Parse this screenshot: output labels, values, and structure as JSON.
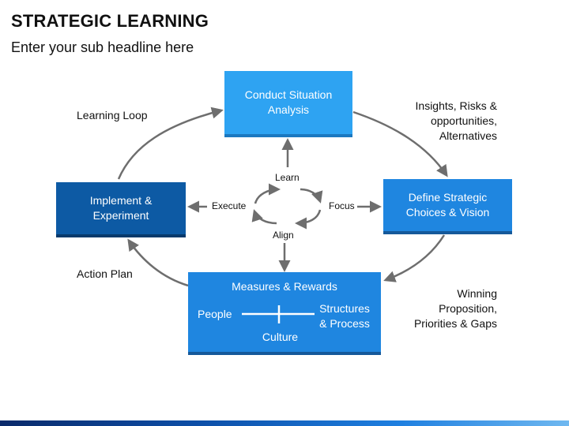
{
  "header": {
    "title": "STRATEGIC LEARNING",
    "subtitle": "Enter your sub headline here"
  },
  "boxes": {
    "conduct": {
      "line1": "Conduct Situation",
      "line2": "Analysis"
    },
    "define": {
      "line1": "Define Strategic",
      "line2": "Choices & Vision"
    },
    "implement": {
      "line1": "Implement &",
      "line2": "Experiment"
    },
    "measures": {
      "title": "Measures & Rewards",
      "left": "People",
      "right_line1": "Structures",
      "right_line2": "& Process",
      "bottom": "Culture"
    }
  },
  "outer_labels": {
    "learning_loop": "Learning Loop",
    "insights": [
      "Insights, Risks &",
      "opportunities,",
      "Alternatives"
    ],
    "action_plan": "Action Plan",
    "winning": [
      "Winning",
      "Proposition,",
      "Priorities & Gaps"
    ]
  },
  "center_labels": {
    "learn": "Learn",
    "execute": "Execute",
    "focus": "Focus",
    "align": "Align"
  },
  "colors": {
    "light_box": "#2ea3f2",
    "mid_box": "#1f86e0",
    "dark_box": "#0d5aa4",
    "arrow": "#6e6e6e"
  }
}
